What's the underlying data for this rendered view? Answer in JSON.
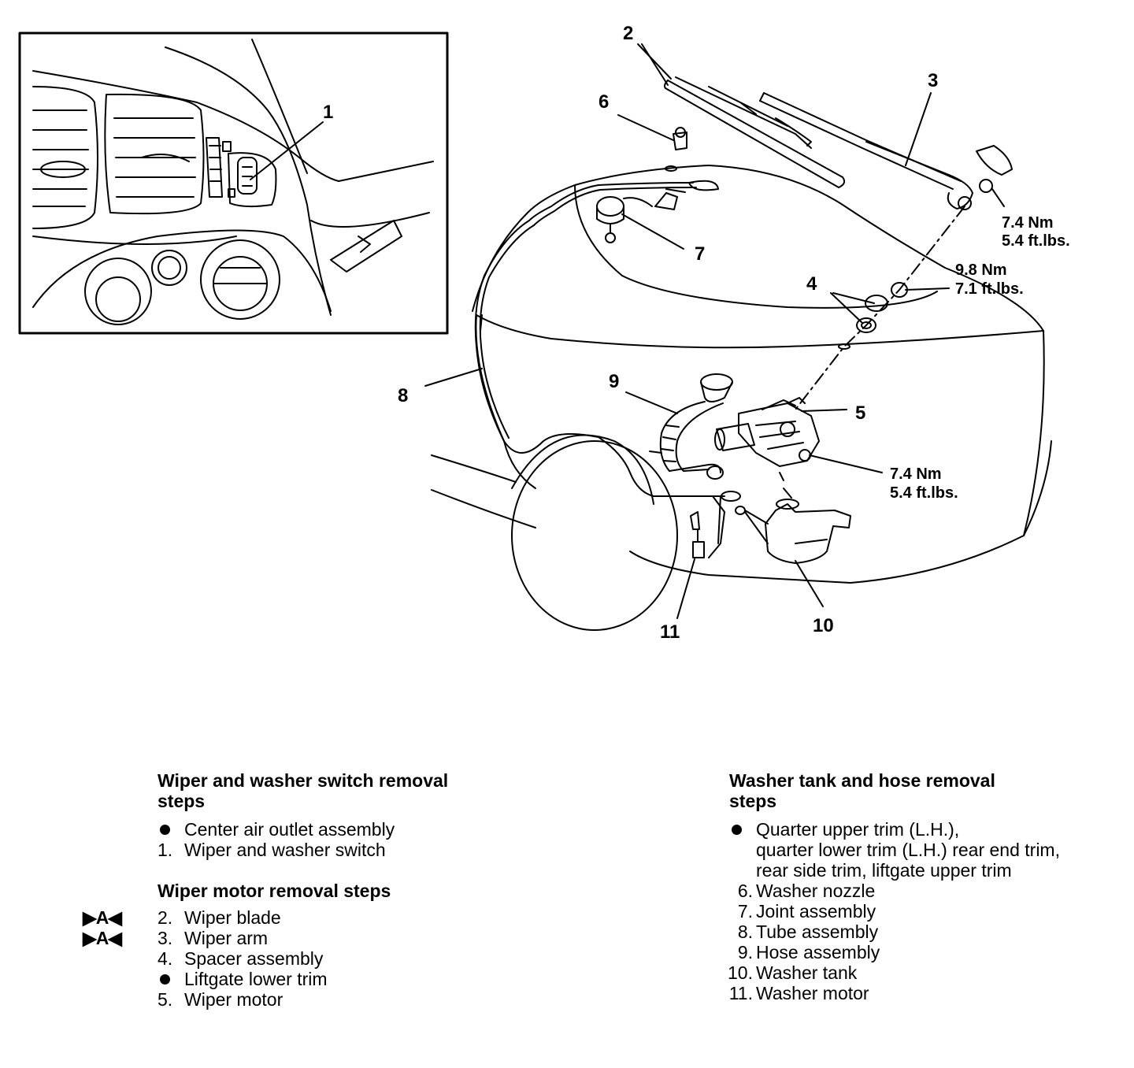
{
  "callouts": {
    "c1": "1",
    "c2": "2",
    "c3": "3",
    "c4": "4",
    "c5": "5",
    "c6": "6",
    "c7": "7",
    "c8": "8",
    "c9": "9",
    "c10": "10",
    "c11": "11"
  },
  "torque": {
    "arm": [
      "7.4 Nm",
      "5.4 ft.lbs."
    ],
    "spacer": [
      "9.8 Nm",
      "7.1 ft.lbs."
    ],
    "motor": [
      "7.4 Nm",
      "5.4 ft.lbs."
    ]
  },
  "left_column": {
    "switch_title": [
      "Wiper and washer switch removal",
      "steps"
    ],
    "switch_steps": [
      {
        "num": "●",
        "text": "Center air outlet assembly"
      },
      {
        "num": "1.",
        "text": "Wiper and washer switch"
      }
    ],
    "motor_title": "Wiper motor removal steps",
    "motor_steps": [
      {
        "mark": "▶A◀",
        "num": "2.",
        "text": "Wiper blade"
      },
      {
        "mark": "▶A◀",
        "num": "3.",
        "text": "Wiper arm"
      },
      {
        "mark": "",
        "num": "4.",
        "text": "Spacer assembly"
      },
      {
        "mark": "",
        "num": "●",
        "text": "Liftgate lower trim"
      },
      {
        "mark": "",
        "num": "5.",
        "text": "Wiper motor"
      }
    ]
  },
  "right_column": {
    "title": [
      "Washer tank and hose removal",
      "steps"
    ],
    "steps": [
      {
        "num": "●",
        "lines": [
          "Quarter upper trim (L.H.),",
          "quarter lower trim (L.H.) rear end trim,",
          "rear side trim, liftgate upper trim"
        ]
      },
      {
        "num": "6.",
        "lines": [
          "Washer nozzle"
        ]
      },
      {
        "num": "7.",
        "lines": [
          "Joint assembly"
        ]
      },
      {
        "num": "8.",
        "lines": [
          "Tube assembly"
        ]
      },
      {
        "num": "9.",
        "lines": [
          "Hose assembly"
        ]
      },
      {
        "num": "10.",
        "lines": [
          "Washer tank"
        ]
      },
      {
        "num": "11.",
        "lines": [
          "Washer motor"
        ]
      }
    ]
  }
}
